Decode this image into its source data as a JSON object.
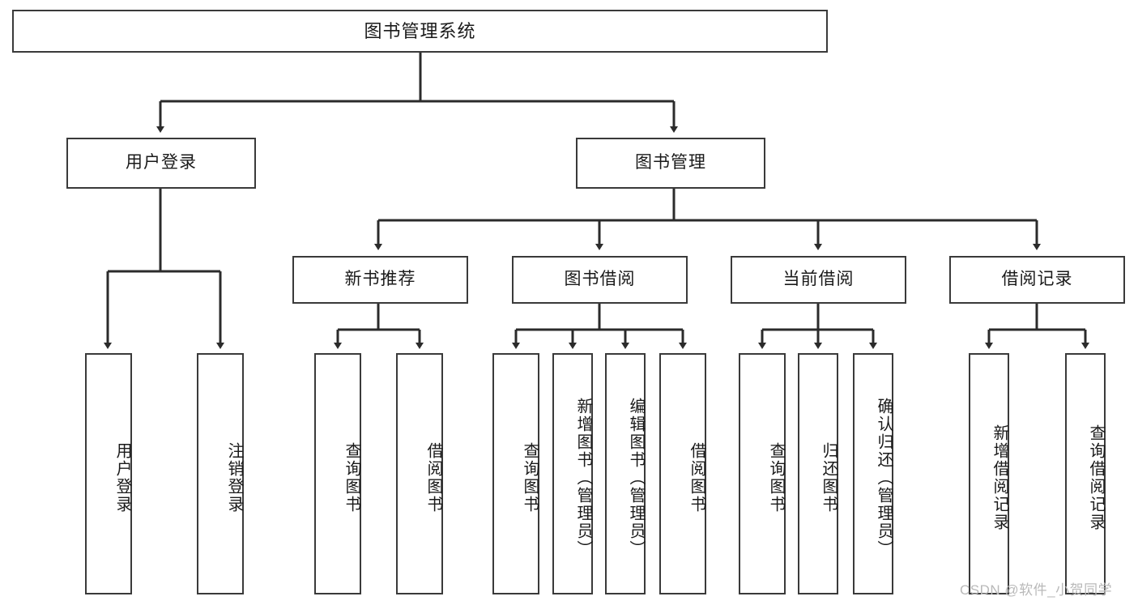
{
  "diagram": {
    "title": "图书管理系统",
    "type": "hierarchy-tree",
    "watermark": "CSDN @软件_小贺同学",
    "colors": {
      "box_border": "#3a3a3a",
      "box_fill": "#ffffff",
      "edge": "#2b2b2b",
      "text": "#1a1a1a",
      "watermark": "#b9b9b9"
    },
    "levels": {
      "level1": [
        "图书管理系统"
      ],
      "level2": [
        "用户登录",
        "图书管理"
      ],
      "level3": [
        "新书推荐",
        "图书借阅",
        "当前借阅",
        "借阅记录"
      ],
      "level4": [
        "用户登录",
        "注销登录",
        "查询图书",
        "借阅图书",
        "查询图书",
        "新增图书（管理员）",
        "编辑图书（管理员）",
        "借阅图书",
        "查询图书",
        "归还图书",
        "确认归还（管理员）",
        "新增借阅记录",
        "查询借阅记录"
      ]
    },
    "nodes": {
      "root": {
        "label": "图书管理系统"
      },
      "user_login": {
        "label": "用户登录"
      },
      "book_manage": {
        "label": "图书管理"
      },
      "new_book_rec": {
        "label": "新书推荐"
      },
      "book_borrow": {
        "label": "图书借阅"
      },
      "current_borrow": {
        "label": "当前借阅"
      },
      "borrow_record": {
        "label": "借阅记录"
      },
      "leaf_user_login": {
        "label": "用户登录"
      },
      "leaf_logout": {
        "label": "注销登录"
      },
      "leaf_query_book_1": {
        "label": "查询图书"
      },
      "leaf_borrow_book_1": {
        "label": "借阅图书"
      },
      "leaf_query_book_2": {
        "label": "查询图书"
      },
      "leaf_add_book": {
        "label": "新增图书（管理员）"
      },
      "leaf_edit_book": {
        "label": "编辑图书（管理员）"
      },
      "leaf_borrow_book_2": {
        "label": "借阅图书"
      },
      "leaf_query_book_3": {
        "label": "查询图书"
      },
      "leaf_return_book": {
        "label": "归还图书"
      },
      "leaf_confirm_return": {
        "label": "确认归还（管理员）"
      },
      "leaf_add_record": {
        "label": "新增借阅记录"
      },
      "leaf_query_record": {
        "label": "查询借阅记录"
      }
    }
  }
}
